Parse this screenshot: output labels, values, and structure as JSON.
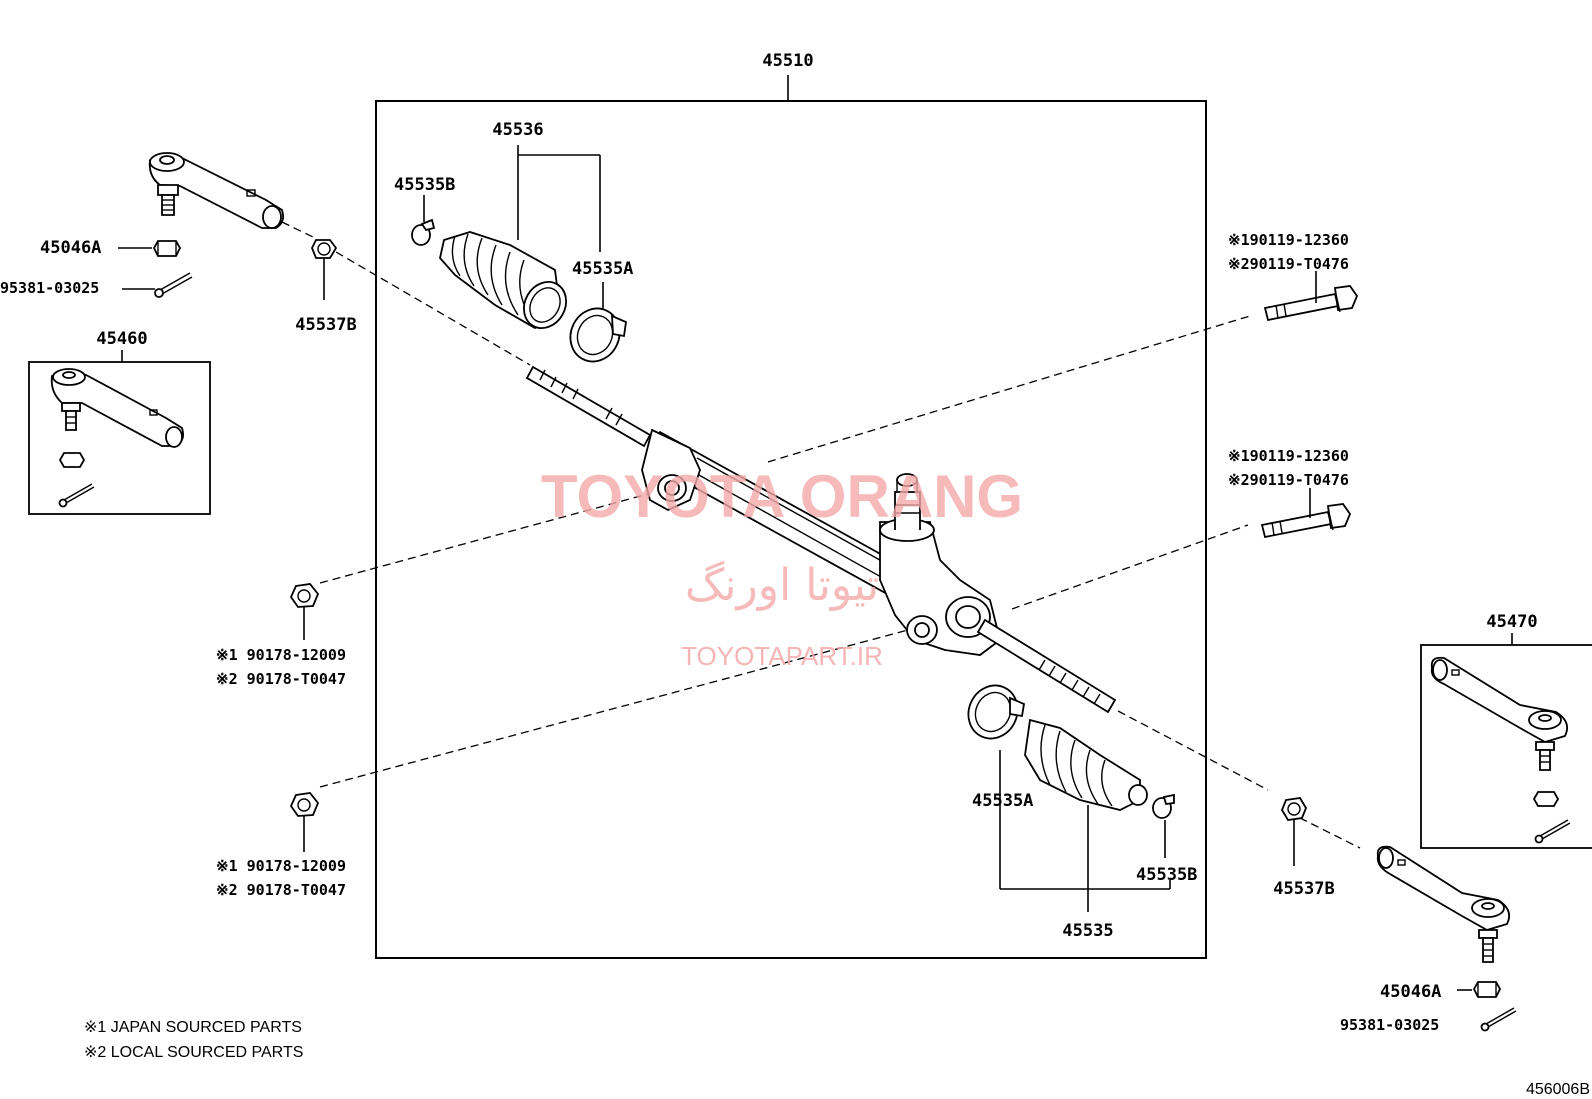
{
  "diagram": {
    "assembly_label": "45510",
    "labels": {
      "boot_kit_left": "45536",
      "clamp_small_left": "45535B",
      "clamp_large_left": "45535A",
      "boot_kit_right": "45535",
      "clamp_large_right": "45535A",
      "clamp_small_right": "45535B",
      "nut_left": "45046A",
      "pin_left": "95381-03025",
      "lock_nut_left": "45537B",
      "tie_rod_end_left_kit": "45460",
      "lock_nut_right": "45537B",
      "tie_rod_end_right_kit": "45470",
      "nut_right": "45046A",
      "pin_right": "95381-03025",
      "bolt_upper_1": "※190119-12360",
      "bolt_upper_2": "※290119-T0476",
      "bolt_lower_1": "※190119-12360",
      "bolt_lower_2": "※290119-T0476",
      "nut_upper_1": "※1 90178-12009",
      "nut_upper_2": "※2 90178-T0047",
      "nut_lower_1": "※1 90178-12009",
      "nut_lower_2": "※2 90178-T0047"
    },
    "footnotes": [
      "※1 JAPAN SOURCED PARTS",
      "※2 LOCAL SOURCED PARTS"
    ],
    "figure_code": "456006B"
  },
  "watermark": {
    "line1": "TOYOTA ORANG",
    "line2": "تیوتا اورنگ",
    "line3": "TOYOTAPART.IR",
    "color": "#f4a9a9"
  }
}
